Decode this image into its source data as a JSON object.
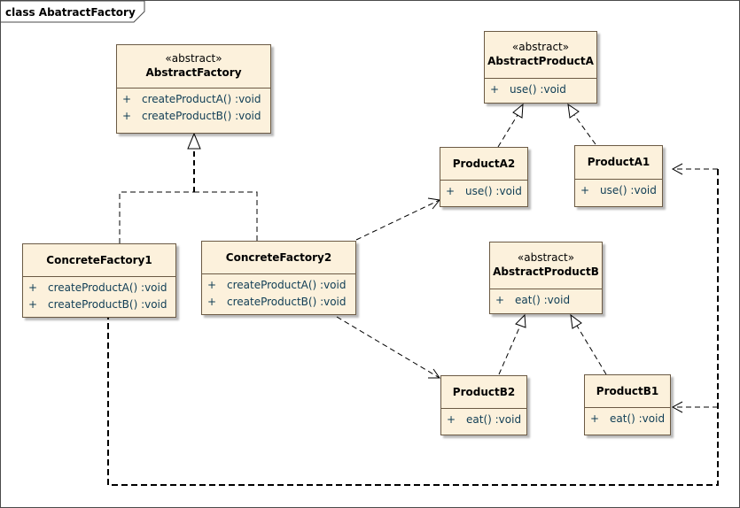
{
  "diagram": {
    "frame_label": "class AbatractFactory",
    "classes": {
      "abstract_factory": {
        "stereotype": "«abstract»",
        "name": "AbstractFactory",
        "ops": [
          {
            "vis": "+",
            "sig": "createProductA()  :void"
          },
          {
            "vis": "+",
            "sig": "createProductB()  :void"
          }
        ]
      },
      "abstract_product_a": {
        "stereotype": "«abstract»",
        "name": "AbstractProductA",
        "ops": [
          {
            "vis": "+",
            "sig": "use()  :void"
          }
        ]
      },
      "product_a2": {
        "name": "ProductA2",
        "ops": [
          {
            "vis": "+",
            "sig": "use()  :void"
          }
        ]
      },
      "product_a1": {
        "name": "ProductA1",
        "ops": [
          {
            "vis": "+",
            "sig": "use()  :void"
          }
        ]
      },
      "concrete_factory1": {
        "name": "ConcreteFactory1",
        "ops": [
          {
            "vis": "+",
            "sig": "createProductA()  :void"
          },
          {
            "vis": "+",
            "sig": "createProductB()  :void"
          }
        ]
      },
      "concrete_factory2": {
        "name": "ConcreteFactory2",
        "ops": [
          {
            "vis": "+",
            "sig": "createProductA()  :void"
          },
          {
            "vis": "+",
            "sig": "createProductB()  :void"
          }
        ]
      },
      "abstract_product_b": {
        "stereotype": "«abstract»",
        "name": "AbstractProductB",
        "ops": [
          {
            "vis": "+",
            "sig": "eat()  :void"
          }
        ]
      },
      "product_b2": {
        "name": "ProductB2",
        "ops": [
          {
            "vis": "+",
            "sig": "eat()  :void"
          }
        ]
      },
      "product_b1": {
        "name": "ProductB1",
        "ops": [
          {
            "vis": "+",
            "sig": "eat()  :void"
          }
        ]
      }
    },
    "relations": [
      {
        "type": "realization",
        "from": "concrete_factory1",
        "to": "abstract_factory"
      },
      {
        "type": "realization",
        "from": "concrete_factory2",
        "to": "abstract_factory"
      },
      {
        "type": "generalization",
        "from": "product_a2",
        "to": "abstract_product_a"
      },
      {
        "type": "generalization",
        "from": "product_a1",
        "to": "abstract_product_a"
      },
      {
        "type": "generalization",
        "from": "product_b2",
        "to": "abstract_product_b"
      },
      {
        "type": "generalization",
        "from": "product_b1",
        "to": "abstract_product_b"
      },
      {
        "type": "dependency",
        "from": "concrete_factory2",
        "to": "product_a2"
      },
      {
        "type": "dependency",
        "from": "concrete_factory2",
        "to": "product_b2"
      },
      {
        "type": "dependency",
        "from": "concrete_factory1",
        "to": "product_a1"
      },
      {
        "type": "dependency",
        "from": "concrete_factory1",
        "to": "product_b1"
      }
    ]
  }
}
